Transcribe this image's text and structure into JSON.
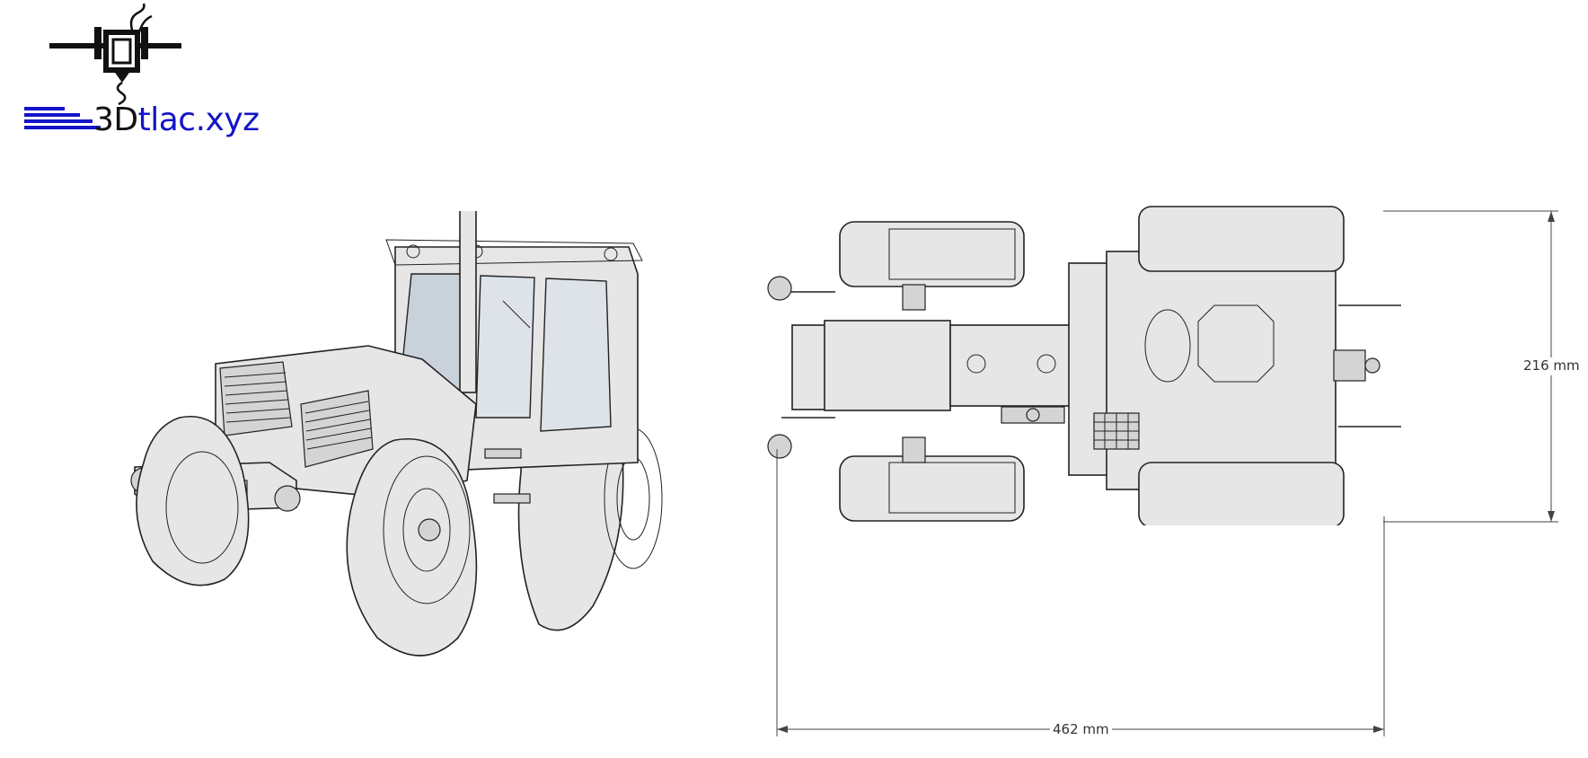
{
  "logo": {
    "text_dark": "3D",
    "text_blue": "tlac.xyz",
    "icon": "3d-printer-extruder-icon",
    "colors": {
      "dark": "#111111",
      "blue": "#1414c8"
    }
  },
  "views": {
    "perspective": {
      "icon": "tractor-perspective-drawing"
    },
    "top": {
      "icon": "tractor-top-view-drawing"
    }
  },
  "dimensions": {
    "width_label": "216 mm",
    "length_label": "462 mm"
  }
}
